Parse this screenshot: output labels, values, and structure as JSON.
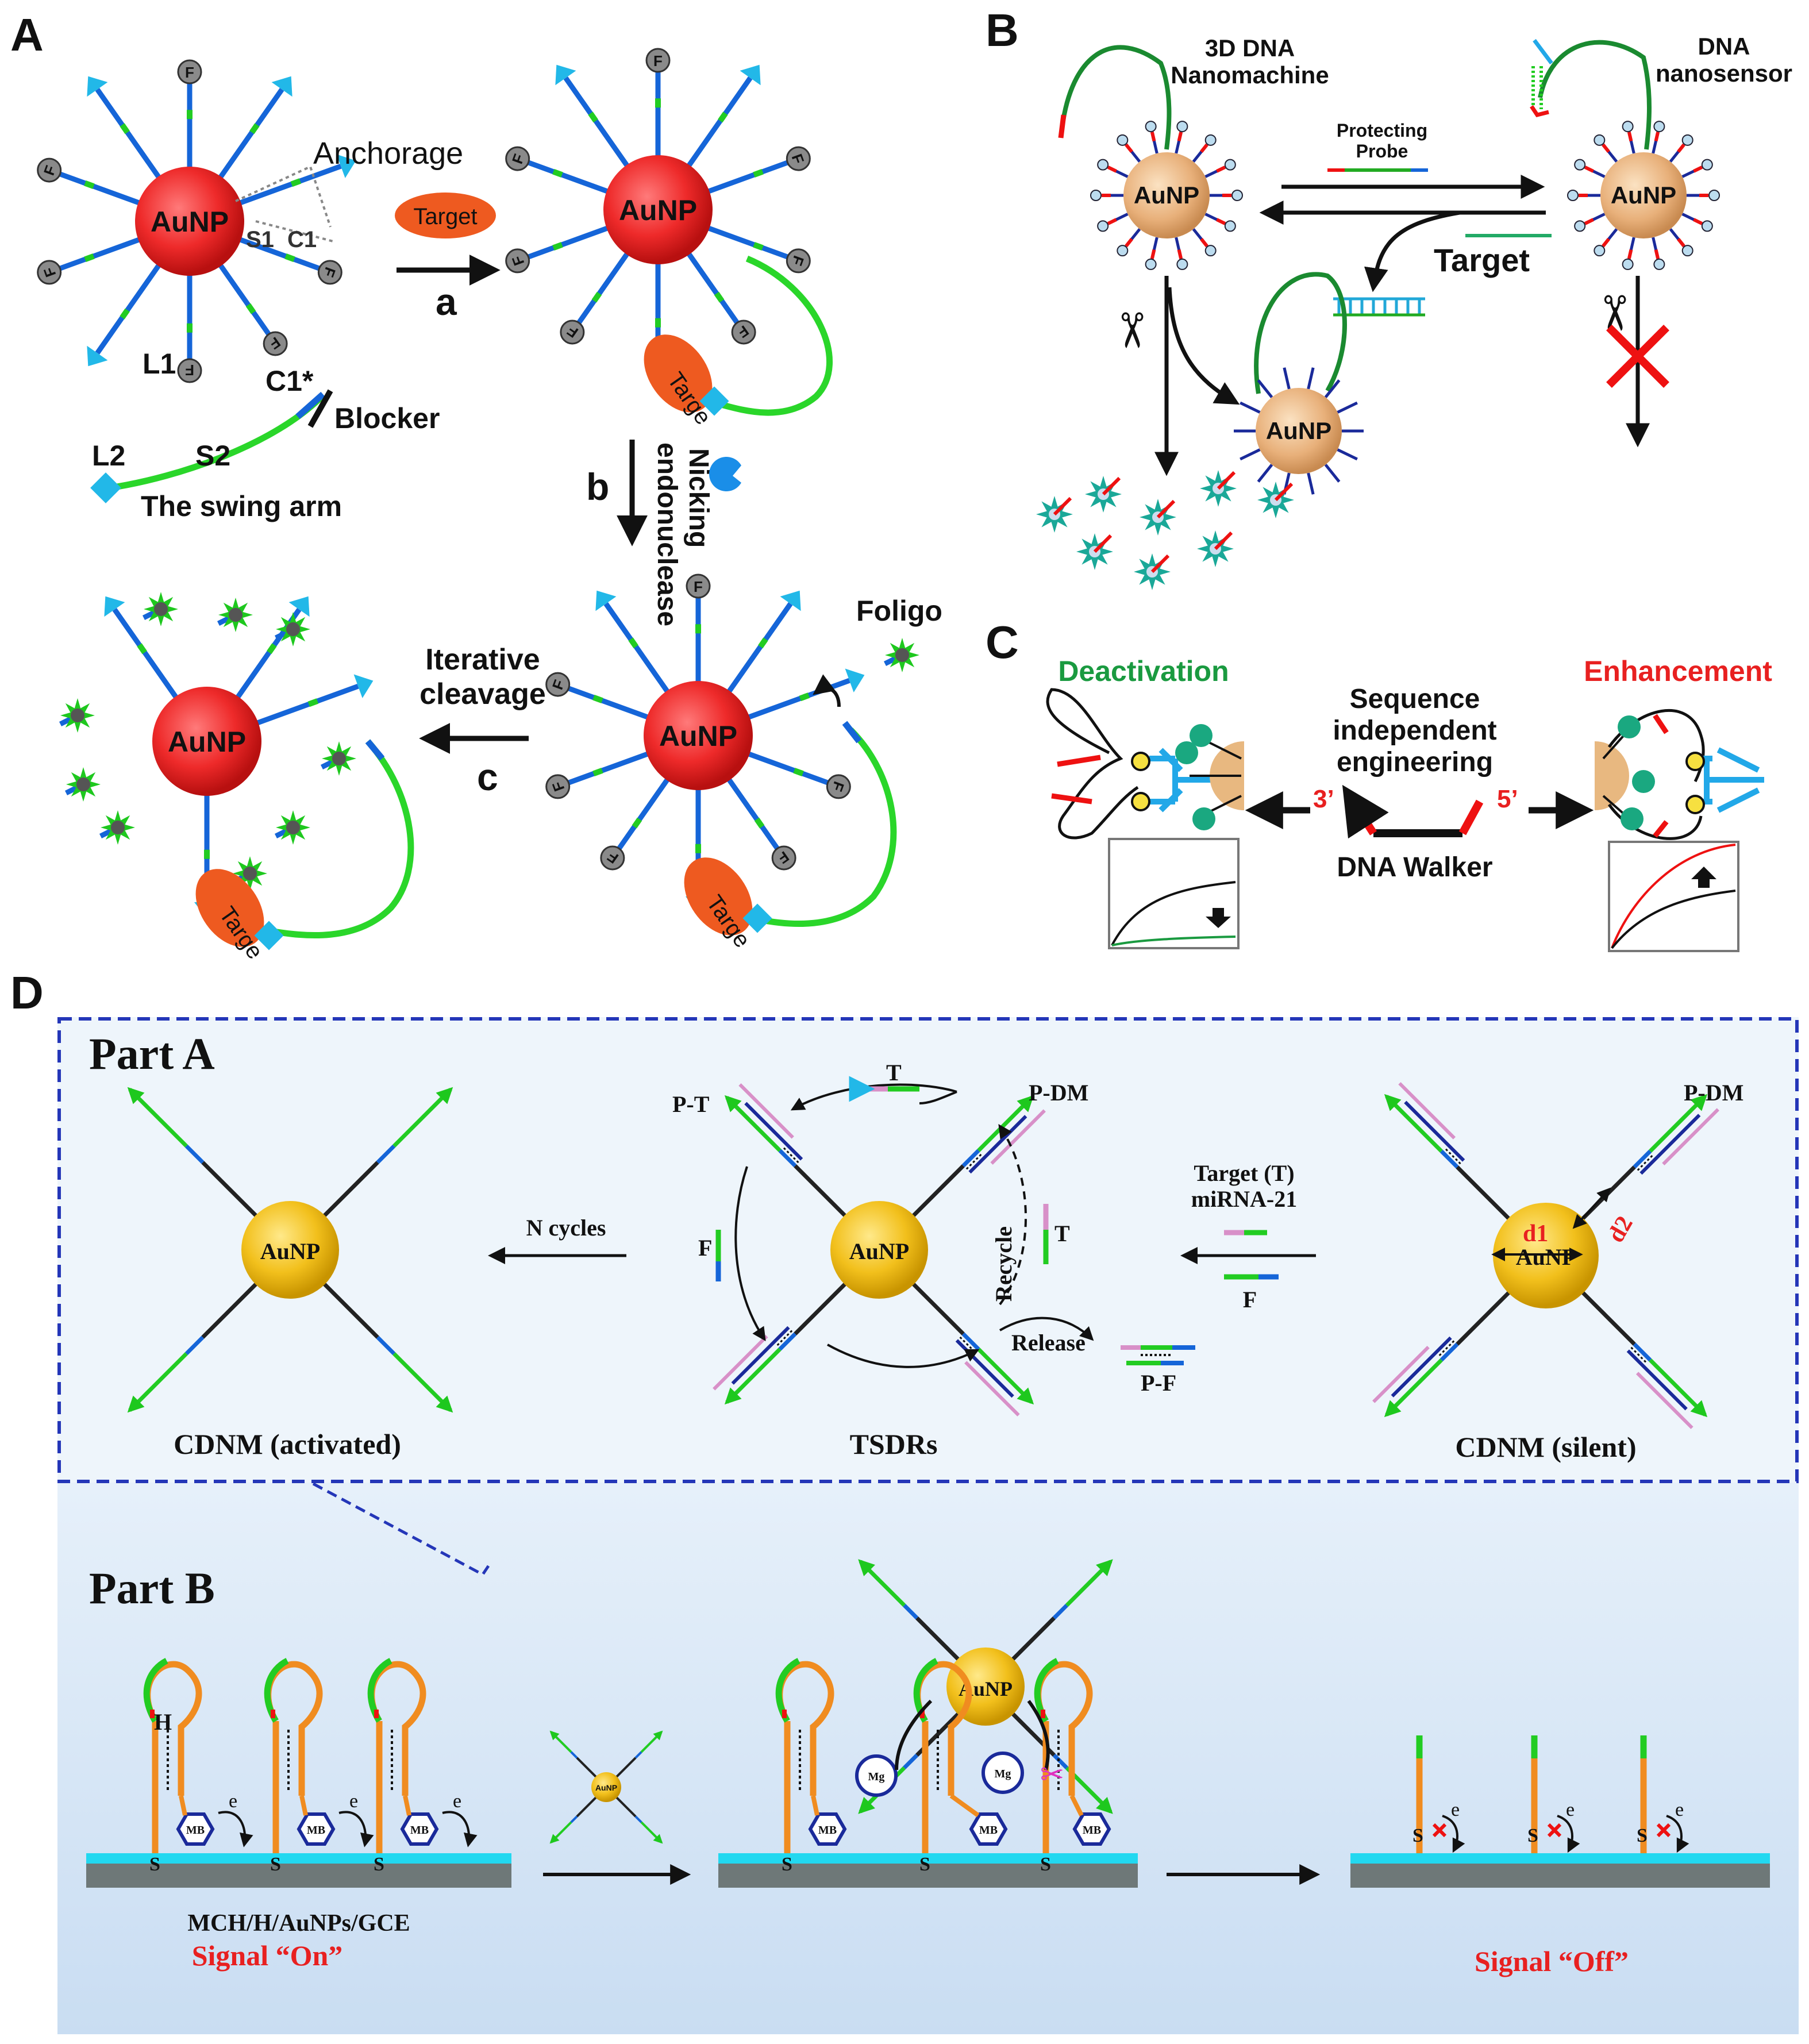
{
  "colors": {
    "aunp_red": "#ef2b2b",
    "aunp_gold": "#f0c020",
    "aunp_tan": "#e8b880",
    "blue": "#1565d8",
    "cyan": "#22b8e8",
    "green": "#22cc22",
    "dark_green": "#1a8a30",
    "orange": "#f08c20",
    "red": "#ee1111",
    "navy": "#1a2a9a",
    "pink": "#d890c8",
    "label_green": "#1a9a40",
    "label_red": "#e82020"
  },
  "panelA": {
    "letter": "A",
    "aunp": "AuNP",
    "anchorage": "Anchorage",
    "s1": "S1",
    "c1": "C1",
    "target": "Target",
    "step_a": "a",
    "l1": "L1",
    "c1_star": "C1*",
    "blocker": "Blocker",
    "l2": "L2",
    "s2": "S2",
    "swing_arm": "The swing arm",
    "step_b": "b",
    "nicking": "Nicking",
    "endonuclease": "endonuclease",
    "foligo": "Foligo",
    "iterative": "Iterative",
    "cleavage": "cleavage",
    "step_c": "c",
    "f": "F",
    "target_short": "Targe"
  },
  "panelB": {
    "letter": "B",
    "nano_l1": "3D DNA",
    "nano_l2": "Nanomachine",
    "sensor_l1": "DNA",
    "sensor_l2": "nanosensor",
    "protect_l1": "Protecting",
    "protect_l2": "Probe",
    "target": "Target",
    "aunp": "AuNP",
    "scissors": "✂"
  },
  "panelC": {
    "letter": "C",
    "deactivation": "Deactivation",
    "enhancement": "Enhancement",
    "seq_l1": "Sequence",
    "seq_l2": "independent",
    "seq_l3": "engineering",
    "three_prime": "3’",
    "five_prime": "5’",
    "walker": "DNA Walker"
  },
  "panelD": {
    "letter": "D",
    "partA": "Part A",
    "partB": "Part B",
    "aunp": "AuNP",
    "cdnm_activated": "CDNM (activated)",
    "n_cycles": "N cycles",
    "tsdrs": "TSDRs",
    "t": "T",
    "pt": "P-T",
    "pdm": "P-DM",
    "f": "F",
    "recycle": "Recycle",
    "release": "Release",
    "pf": "P-F",
    "target_l1": "Target (T)",
    "target_l2": "miRNA-21",
    "d1": "d1",
    "d2": "d2",
    "cdnm_silent": "CDNM (silent)",
    "h": "H",
    "mb": "MB",
    "s": "S",
    "e": "e",
    "mg": "Mg",
    "electrode": "MCH/H/AuNPs/GCE",
    "signal_on": "Signal “On”",
    "signal_off": "Signal “Off”"
  }
}
